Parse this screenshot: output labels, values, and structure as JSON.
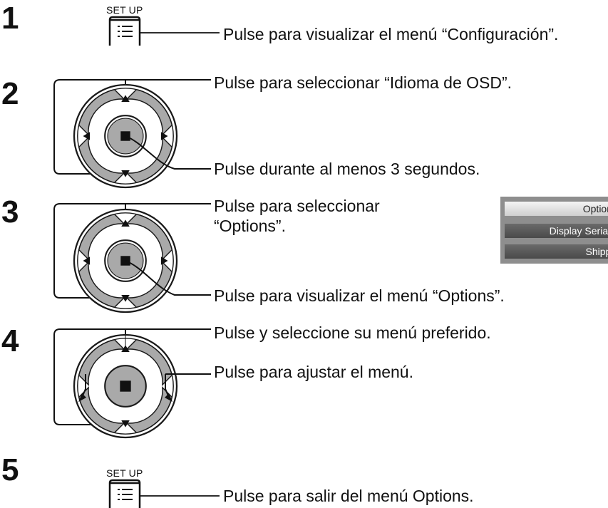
{
  "steps": [
    {
      "number": "1",
      "button_label": "SET UP",
      "text": "Pulse para visualizar el menú “Configuración”."
    },
    {
      "number": "2",
      "text_up_down": "Pulse para seleccionar “Idioma de OSD”.",
      "text_center": "Pulse durante al menos 3 segundos."
    },
    {
      "number": "3",
      "text_up_down_1": "Pulse para seleccionar",
      "text_up_down_2": "“Options”.",
      "text_center": "Pulse para visualizar el menú “Options”."
    },
    {
      "number": "4",
      "text_up_down": "Pulse y seleccione su menú preferido.",
      "text_left_right": "Pulse para ajustar el menú."
    },
    {
      "number": "5",
      "button_label": "SET UP",
      "text": "Pulse para salir del menú Options."
    }
  ],
  "options_menu": {
    "items": [
      "Options",
      "Display Serial Nu",
      "Shipping"
    ]
  },
  "icons": {
    "setup_button": "menu-list-icon",
    "dpad": "directional-pad-icon"
  }
}
